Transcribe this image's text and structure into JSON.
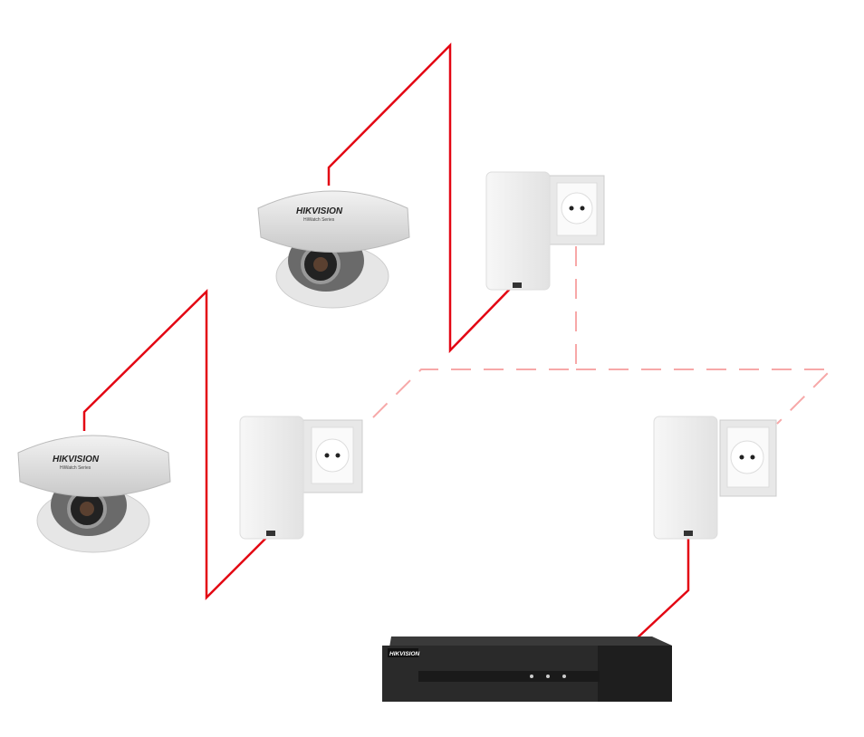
{
  "cameras": [
    {
      "brand": "HIKVISION",
      "series": "HiWatch Series"
    },
    {
      "brand": "HIKVISION",
      "series": "HiWatch Series"
    }
  ],
  "nvr": {
    "brand": "HIKVISION"
  },
  "colors": {
    "cable": "#e30613",
    "powerline": "#f7a8a8",
    "nvr_body": "#2a2a2a",
    "device_white": "#f4f4f4"
  }
}
